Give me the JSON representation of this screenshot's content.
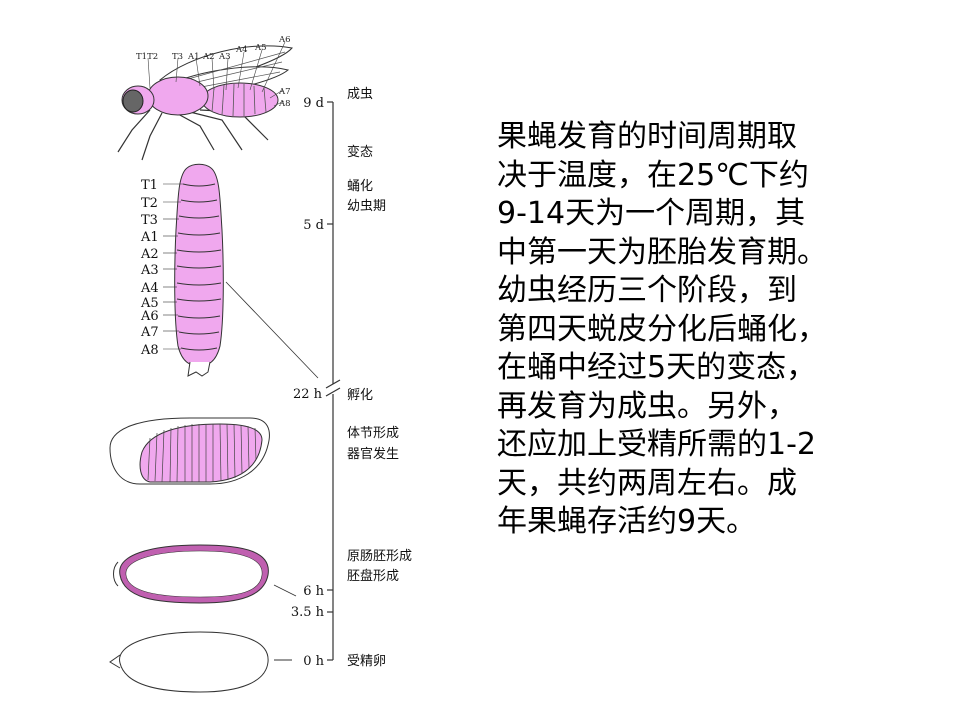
{
  "segment_labels_top": [
    "T1T2",
    "T3",
    "A1",
    "A2",
    "A3",
    "A4",
    "A5",
    "A6",
    "A7",
    "A8"
  ],
  "segment_labels_larva": [
    "T1",
    "T2",
    "T3",
    "A1",
    "A2",
    "A3",
    "A4",
    "A5",
    "A6",
    "A7",
    "A8"
  ],
  "timeline": {
    "t_9d": "9 d",
    "t_5d": "5 d",
    "t_22h": "22 h",
    "t_6h": "6 h",
    "t_3_5h": "3.5 h",
    "t_0h": "0 h"
  },
  "stages": {
    "adult": "成虫",
    "metamorphosis": "变态",
    "pupation": "蛹化",
    "larval": "幼虫期",
    "hatching": "孵化",
    "segmentation": "体节形成",
    "organ": "器官发生",
    "gastrulation": "原肠胚形成",
    "blastoderm": "胚盘形成",
    "fertilized": "受精卵"
  },
  "description_lines": [
    "果蝇发育的时间周期取",
    "决于温度，在25℃下约",
    "9-14天为一个周期，其",
    "中第一天为胚胎发育期。",
    "幼虫经历三个阶段，到",
    "第四天蜕皮分化后蛹化，",
    "在蛹中经过5天的变态，",
    "再发育为成虫。另外，",
    "还应加上受精所需的1-2",
    "天，共约两周左右。成",
    "年果蝇存活约9天。"
  ],
  "colors": {
    "body": "#f0a8ee",
    "stroke": "#333333",
    "bg": "#ffffff"
  }
}
